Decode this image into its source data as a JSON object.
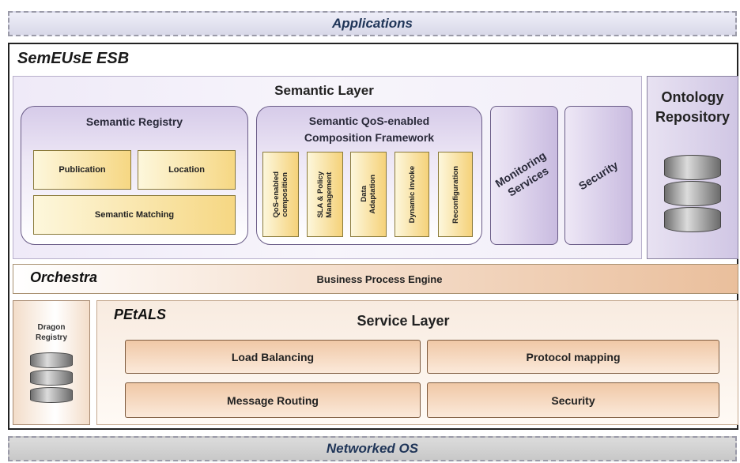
{
  "applications_label": "Applications",
  "networked_os_label": "Networked OS",
  "esb_title": "SemEUsE ESB",
  "semantic_layer": {
    "title": "Semantic Layer",
    "registry": {
      "title": "Semantic Registry",
      "publication": "Publication",
      "location": "Location",
      "matching": "Semantic Matching"
    },
    "composition": {
      "title": "Semantic QoS-enabled\nComposition Framework",
      "items": [
        "QoS-enabled\ncomposition",
        "SLA & Policy\nManagement",
        "Data\nAdaptation",
        "Dynamic invoke",
        "Reconfiguration"
      ]
    },
    "monitoring": "Monitoring\nServices",
    "security": "Security"
  },
  "ontology_repository": "Ontology\nRepository",
  "orchestra": {
    "title": "Orchestra",
    "engine": "Business Process Engine"
  },
  "dragon_registry": "Dragon\nRegistry",
  "petals": {
    "title": "PEtALS",
    "service_layer": "Service Layer",
    "load_balancing": "Load Balancing",
    "protocol_mapping": "Protocol mapping",
    "message_routing": "Message Routing",
    "security": "Security"
  }
}
